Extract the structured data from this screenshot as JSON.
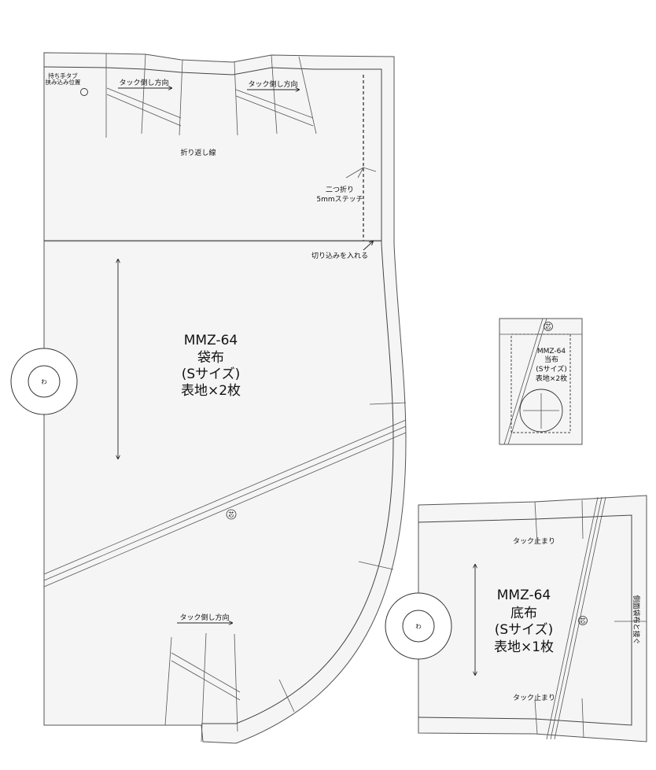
{
  "bag_piece": {
    "title_lines": [
      "MMZ-64",
      "袋布",
      "(Sサイズ)",
      "表地×2枚"
    ],
    "handle_tab_lines": [
      "持ち手タブ",
      "挟み込み位置"
    ],
    "tuck_direction_label": "タック倒し方向",
    "fold_back_line": "折り返し線",
    "fold_stitch_lines": [
      "二つ折り",
      "5mmステッチ"
    ],
    "notch_label": "切り込みを入れる",
    "fold_mark": "わ",
    "interfacing_mark": "芯"
  },
  "patch_piece": {
    "title_lines": [
      "MMZ-64",
      "当布",
      "(Sサイズ)",
      "表地×2枚"
    ],
    "interfacing_mark": "芯"
  },
  "bottom_piece": {
    "title_lines": [
      "MMZ-64",
      "底布",
      "(Sサイズ)",
      "表地×1枚"
    ],
    "tuck_stop_label": "タック止まり",
    "side_label": "側面袋布と接ぐ",
    "fold_mark": "わ",
    "interfacing_mark": "芯"
  }
}
